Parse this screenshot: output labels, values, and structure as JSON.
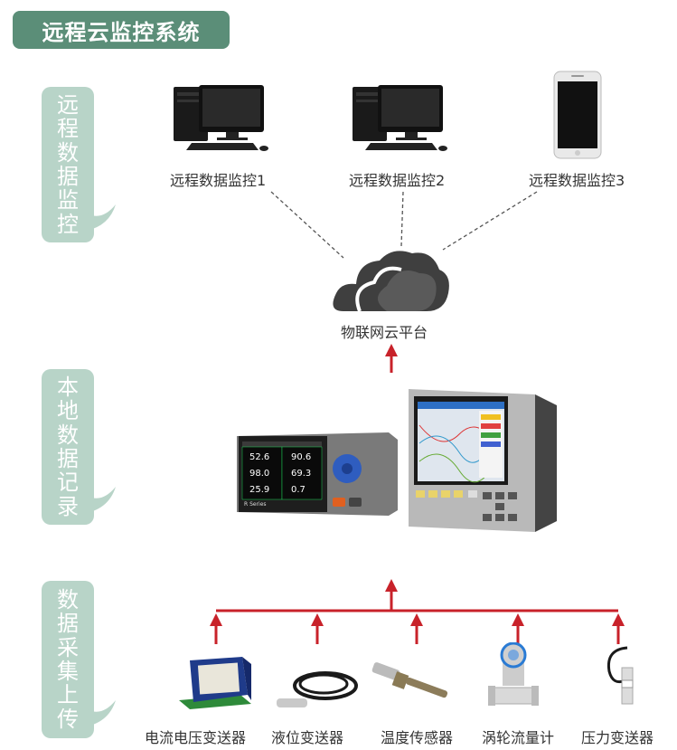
{
  "title": "远程云监控系统",
  "sections": [
    {
      "id": "remote",
      "label": "远程数据监控"
    },
    {
      "id": "local",
      "label": "本地数据记录"
    },
    {
      "id": "collect",
      "label": "数据采集上传"
    }
  ],
  "remote_nodes": [
    {
      "label": "远程数据监控1",
      "icon": "desktop-computer-icon"
    },
    {
      "label": "远程数据监控2",
      "icon": "desktop-computer-icon"
    },
    {
      "label": "远程数据监控3",
      "icon": "smartphone-icon"
    }
  ],
  "cloud": {
    "label": "物联网云平台",
    "icon": "cloud-icon"
  },
  "recorder_small": {
    "readings": [
      "52.6",
      "90.6",
      "98.0",
      "69.3",
      "25.9",
      "0.7"
    ],
    "brand": "R Series"
  },
  "sensors": [
    {
      "label": "电流电压变送器",
      "icon": "current-voltage-transmitter-icon"
    },
    {
      "label": "液位变送器",
      "icon": "level-transmitter-icon"
    },
    {
      "label": "温度传感器",
      "icon": "temperature-sensor-icon"
    },
    {
      "label": "涡轮流量计",
      "icon": "turbine-flowmeter-icon"
    },
    {
      "label": "压力变送器",
      "icon": "pressure-transmitter-icon"
    }
  ],
  "colors": {
    "title_bg": "#5b8e78",
    "tab_bg": "#b8d4c8",
    "arrow": "#c8222a",
    "cloud": "#4a4a4a"
  }
}
